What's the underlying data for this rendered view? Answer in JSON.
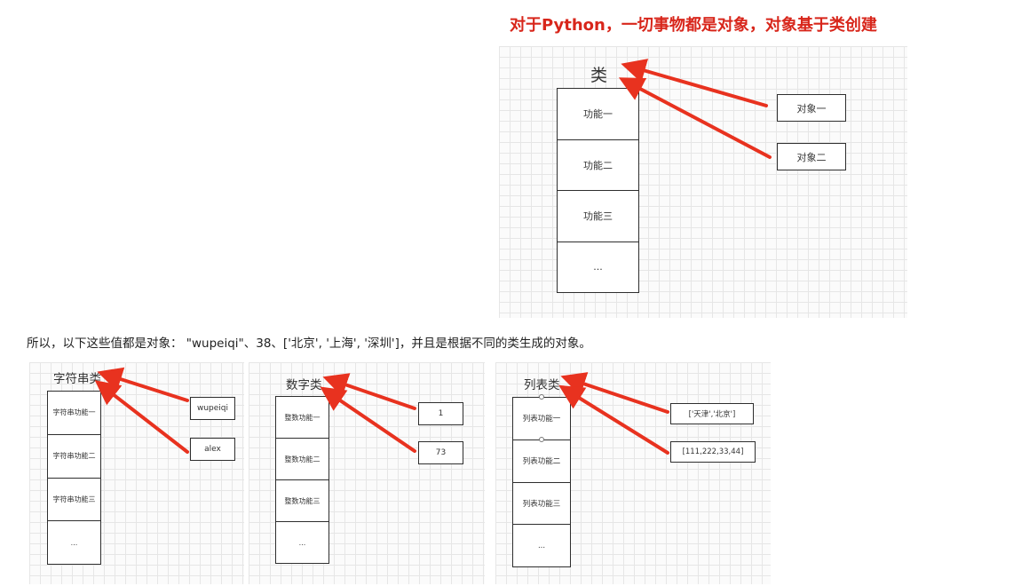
{
  "headline": "对于Python，一切事物都是对象，对象基于类创建",
  "main_diagram": {
    "class_label": "类",
    "functions": [
      "功能一",
      "功能二",
      "功能三",
      "..."
    ],
    "objects": [
      "对象一",
      "对象二"
    ]
  },
  "caption": "所以，以下这些值都是对象： \"wupeiqi\"、38、['北京', '上海', '深圳']，并且是根据不同的类生成的对象。",
  "string_diagram": {
    "class_label": "字符串类",
    "functions": [
      "字符串功能一",
      "字符串功能二",
      "字符串功能三",
      "..."
    ],
    "objects": [
      "wupeiqi",
      "alex"
    ]
  },
  "number_diagram": {
    "class_label": "数字类",
    "functions": [
      "整数功能一",
      "整数功能二",
      "整数功能三",
      "..."
    ],
    "objects": [
      "1",
      "73"
    ]
  },
  "list_diagram": {
    "class_label": "列表类",
    "functions": [
      "列表功能一",
      "列表功能二",
      "列表功能三",
      "..."
    ],
    "objects": [
      "['天津','北京']",
      "[111,222,33,44]"
    ]
  },
  "colors": {
    "arrow": "#e8321f",
    "headline": "#d8261b",
    "grid": "#e6e6e6"
  }
}
